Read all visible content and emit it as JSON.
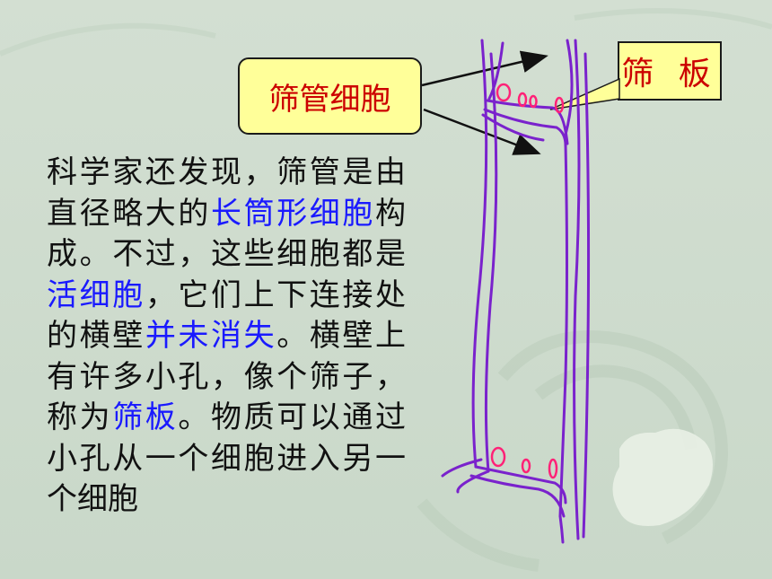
{
  "labels": {
    "sieve_tube_cell": "筛管细胞",
    "sieve_plate": "筛 板"
  },
  "paragraph": [
    {
      "text": "科学家还发现，筛管是由直径略大的",
      "highlight": false
    },
    {
      "text": "长筒形细胞",
      "highlight": true
    },
    {
      "text": "构成。不过，这些细胞都是",
      "highlight": false
    },
    {
      "text": "活细胞",
      "highlight": true
    },
    {
      "text": "，它们上下连接处的横壁",
      "highlight": false
    },
    {
      "text": "并未消失",
      "highlight": true
    },
    {
      "text": "。横壁上有许多小孔，像个筛子，称为",
      "highlight": false
    },
    {
      "text": "筛板",
      "highlight": true
    },
    {
      "text": "。物质可以通过小孔从一个细胞进入另一个细胞",
      "highlight": false
    }
  ],
  "colors": {
    "background": "#cfdccf",
    "label_fill": "#ffff99",
    "label_text": "#cc0000",
    "highlight_text": "#1a1aff",
    "tube_stroke": "#7a22cc",
    "pore_stroke": "#ff2277"
  }
}
